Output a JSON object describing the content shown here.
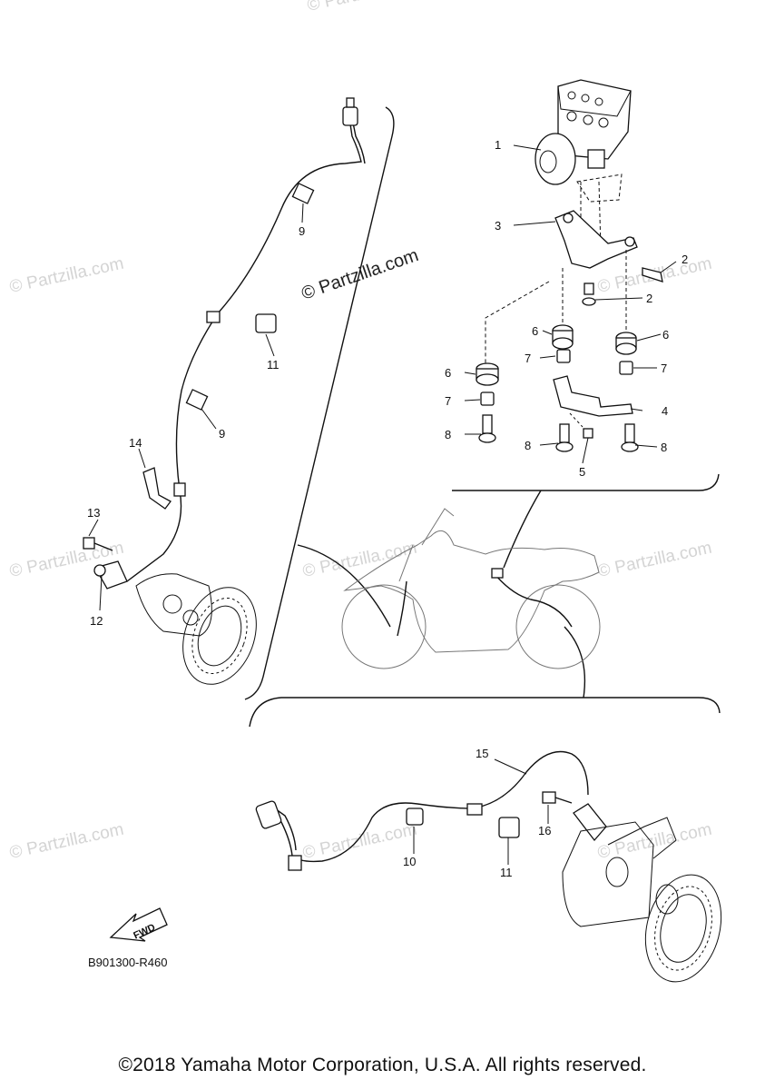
{
  "watermarks": {
    "main": "© Partzilla.com",
    "faint": "© Partzilla.com"
  },
  "callouts": {
    "c1": "1",
    "c2a": "2",
    "c2b": "2",
    "c3": "3",
    "c4": "4",
    "c5": "5",
    "c6a": "6",
    "c6b": "6",
    "c6c": "6",
    "c7a": "7",
    "c7b": "7",
    "c7c": "7",
    "c8a": "8",
    "c8b": "8",
    "c8c": "8",
    "c9a": "9",
    "c9b": "9",
    "c10": "10",
    "c11a": "11",
    "c11b": "11",
    "c12": "12",
    "c13": "13",
    "c14": "14",
    "c15": "15",
    "c16": "16"
  },
  "fwd_label": "FWD",
  "diagram_code": "B901300-R460",
  "copyright": "©2018 Yamaha Motor Corporation, U.S.A. All rights reserved."
}
